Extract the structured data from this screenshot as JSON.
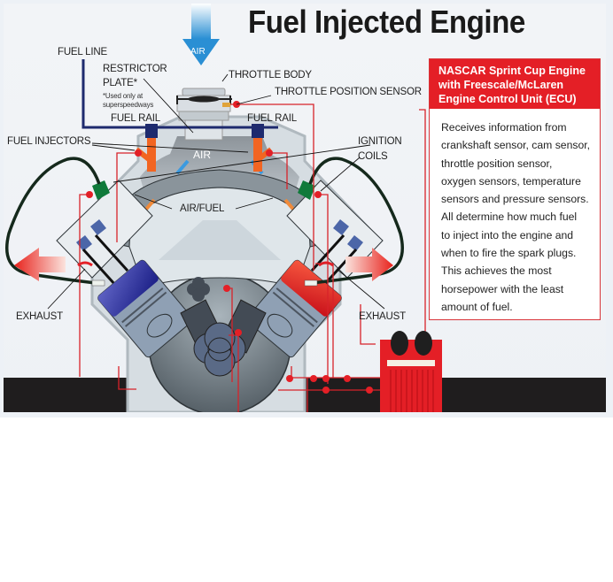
{
  "title": "Fuel Injected Engine",
  "labels": {
    "air_arrow": "AIR",
    "fuel_line": "FUEL LINE",
    "restrictor_plate": [
      "RESTRICTOR",
      "PLATE*"
    ],
    "restrictor_note": [
      "*Used only at",
      "superspeedways"
    ],
    "throttle_body": "THROTTLE BODY",
    "throttle_position_sensor": "THROTTLE POSITION SENSOR",
    "fuel_rail_left": "FUEL RAIL",
    "fuel_rail_right": "FUEL RAIL",
    "fuel_injectors": "FUEL INJECTORS",
    "air_intake": "AIR",
    "ignition_coils": [
      "IGNITION",
      "COILS"
    ],
    "air_fuel": "AIR/FUEL",
    "exhaust_left": "EXHAUST",
    "exhaust_right": "EXHAUST"
  },
  "ecu_box": {
    "heading": [
      "NASCAR Sprint Cup Engine",
      "with Freescale/McLaren",
      "Engine Control Unit (ECU)"
    ],
    "body": [
      "Receives information from",
      "crankshaft sensor, cam sensor,",
      "throttle position sensor,",
      "oxygen sensors, temperature",
      "sensors and pressure sensors.",
      "All determine how much fuel",
      "to inject into the engine and",
      "when to fire the spark plugs.",
      "This achieves the most",
      "horsepower with the least",
      "amount of fuel."
    ]
  },
  "colors": {
    "accent_red": "#e41f26",
    "air_blue": "#2a8fd4",
    "fuel_line_navy": "#1e2a6e",
    "injector_orange": "#f26522",
    "coil_green": "#0f7a3a",
    "floor_black": "#1f1d1e",
    "engine_gray": "#6f7a82"
  }
}
